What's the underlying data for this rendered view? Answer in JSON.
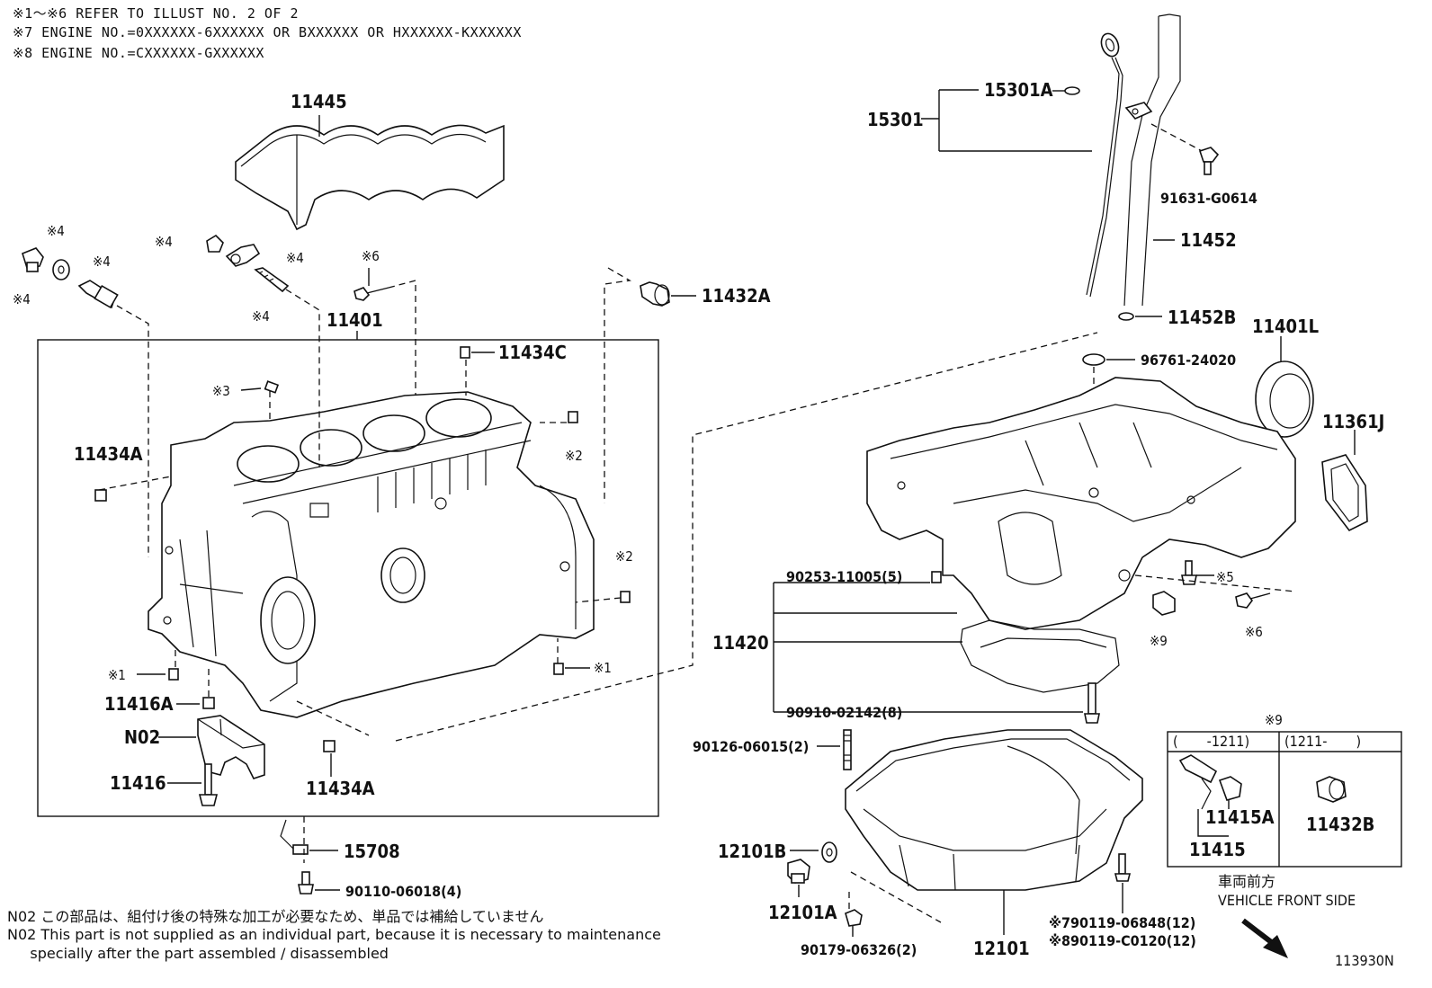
{
  "notes": [
    "※1～※6 REFER TO ILLUST NO. 2 OF 2",
    "※7 ENGINE NO.=0XXXXXX-6XXXXXX OR BXXXXXX OR HXXXXXX-KXXXXXX",
    "※8 ENGINE NO.=CXXXXXX-GXXXXXX"
  ],
  "footnotes": [
    "N02  この部品は、組付け後の特殊な加工が必要なため、単品では補給していません",
    "N02  This part is not supplied as an individual part, because it is necessary to maintenance",
    "     specially after the part assembled / disassembled"
  ],
  "parts": {
    "p11445": "11445",
    "p11401": "11401",
    "p11432A": "11432A",
    "p11434C": "11434C",
    "p11434A_l": "11434A",
    "p11434A_b": "11434A",
    "p11416A": "11416A",
    "pN02": "N02",
    "p11416": "11416",
    "p15708": "15708",
    "p90110": "90110-06018(4)",
    "p15301": "15301",
    "p15301A": "15301A",
    "p91631": "91631-G0614",
    "p11452": "11452",
    "p11452B": "11452B",
    "p11401L": "11401L",
    "p96761": "96761-24020",
    "p11361J": "11361J",
    "p90253": "90253-11005(5)",
    "p11420": "11420",
    "p90910": "90910-02142(8)",
    "p90126": "90126-06015(2)",
    "p12101B": "12101B",
    "p12101A": "12101A",
    "p90179": "90179-06326(2)",
    "p12101": "12101",
    "p790119": "※790119-06848(12)",
    "p890119": "※890119-C0120(12)",
    "p11415A": "11415A",
    "p11415": "11415",
    "p11432B": "11432B"
  },
  "marks": {
    "m4a": "※4",
    "m4b": "※4",
    "m4c": "※4",
    "m4d": "※4",
    "m4e": "※4",
    "m4f": "※4",
    "m6a": "※6",
    "m3": "※3",
    "m2a": "※2",
    "m2b": "※2",
    "m1a": "※1",
    "m1b": "※1",
    "m5": "※5",
    "m9a": "※9",
    "m6b": "※6",
    "m9b": "※9"
  },
  "inset": {
    "col1": "(　　-1211)",
    "col2": "(1211-　　)"
  },
  "orientation": {
    "jp": "車両前方",
    "en": "VEHICLE FRONT SIDE"
  },
  "illust_no": "113930N"
}
